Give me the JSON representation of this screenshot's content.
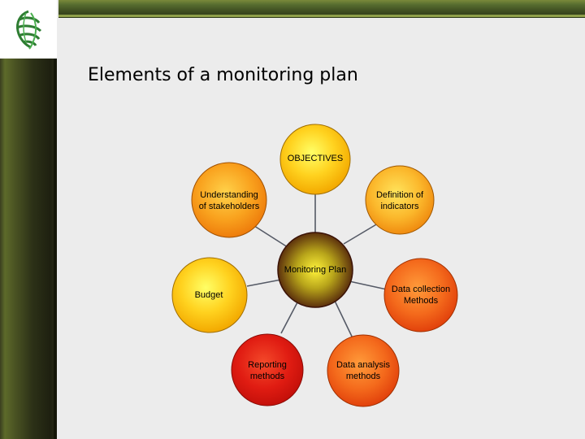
{
  "slide": {
    "title": "Elements of a monitoring plan"
  },
  "diagram": {
    "center": {
      "label": "Monitoring Plan"
    },
    "nodes": [
      {
        "id": "objectives",
        "label": "OBJECTIVES"
      },
      {
        "id": "definition",
        "label": "Definition of\nindicators"
      },
      {
        "id": "data-collection",
        "label": "Data collection\nMethods"
      },
      {
        "id": "data-analysis",
        "label": "Data analysis\nmethods"
      },
      {
        "id": "reporting",
        "label": "Reporting\nmethods"
      },
      {
        "id": "budget",
        "label": "Budget"
      },
      {
        "id": "understanding",
        "label": "Understanding\nof stakeholders"
      }
    ]
  },
  "colors": {
    "top_bar": "#556b2f",
    "left_bar": "#3a3f1f",
    "logo_green": "#2e7d32"
  },
  "icons": {
    "logo": "globe-logo-icon"
  }
}
